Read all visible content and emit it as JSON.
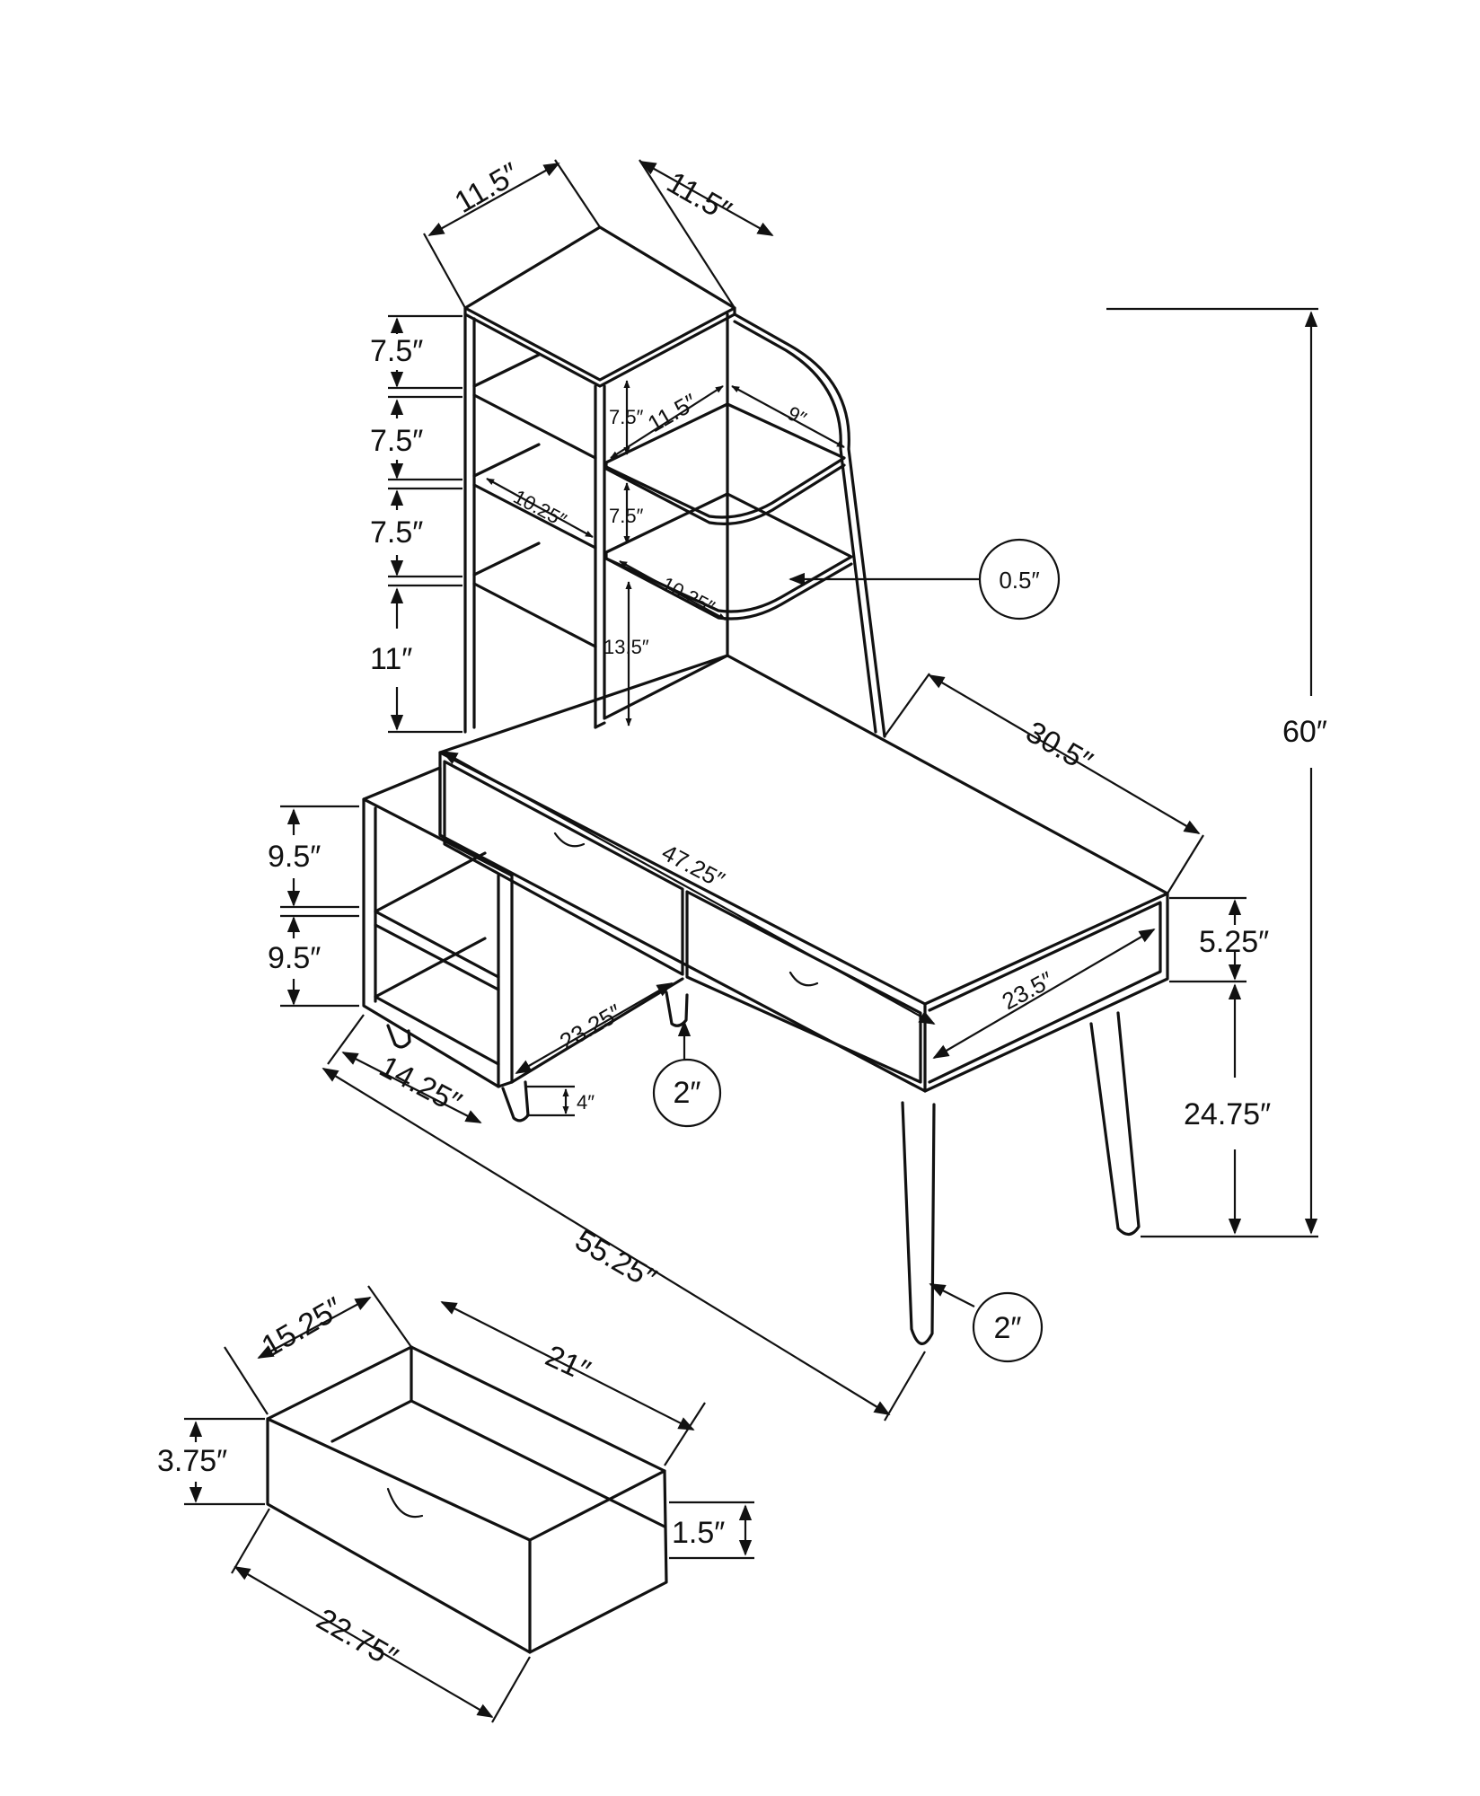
{
  "dimensions": {
    "hutch_top_depth": "11.5″",
    "hutch_top_width": "11.5″",
    "shelf_h1": "7.5″",
    "shelf_h2": "7.5″",
    "shelf_h3": "7.5″",
    "shelf_h4": "11″",
    "inner_shelf_h1": "7.5″",
    "inner_shelf_h2": "7.5″",
    "inner_shelf_w1": "11.5″",
    "inner_shelf_d1": "9″",
    "inner_shelf_w2": "10.25″",
    "inner_shelf_w3": "10.25″",
    "inner_clearance": "13.5″",
    "panel_thickness": "0.5″",
    "desk_depth": "30.5″",
    "total_height": "60″",
    "cabinet_h1": "9.5″",
    "cabinet_h2": "9.5″",
    "desk_inner_width": "47.25″",
    "drawer_front_height": "5.25″",
    "drawer_width_front": "23.5″",
    "cabinet_inner_width": "23.25″",
    "cabinet_depth": "14.25″",
    "foot_height": "4″",
    "foot_diameter_small": "2″",
    "desk_leg_height": "24.75″",
    "total_width": "55.25″",
    "leg_diameter": "2″",
    "drawer_depth": "15.25″",
    "drawer_inner_length": "21″",
    "drawer_height": "3.75″",
    "drawer_inner_height": "1.5″",
    "drawer_length": "22.75″"
  }
}
